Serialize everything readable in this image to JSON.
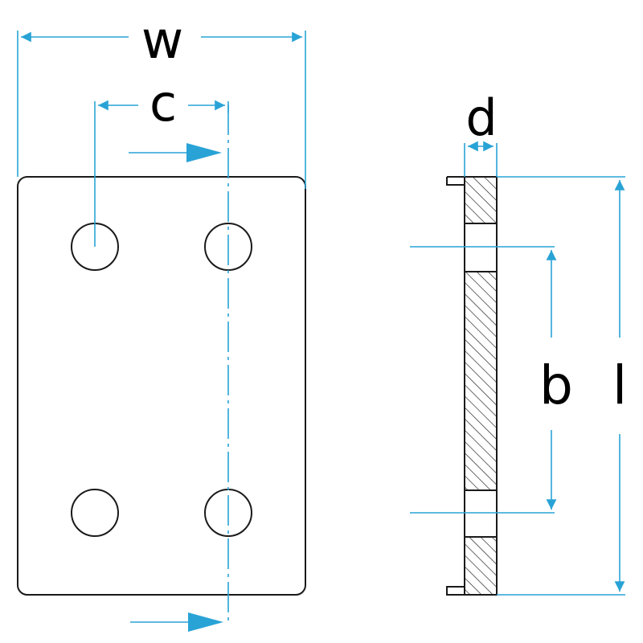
{
  "diagram": {
    "labels": {
      "w": "w",
      "c": "c",
      "d": "d",
      "b": "b",
      "l": "l"
    },
    "colors": {
      "dimension": "#29a3d6",
      "outline": "#1a1a1a",
      "background": "#ffffff"
    }
  }
}
